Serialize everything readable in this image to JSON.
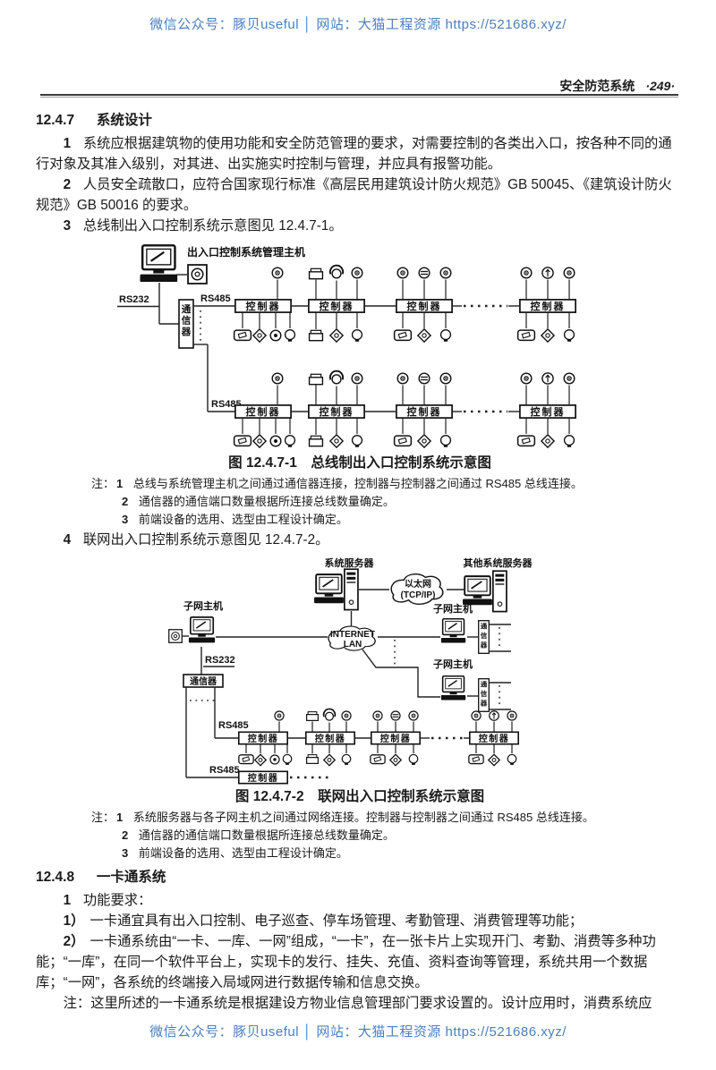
{
  "watermark": {
    "header": "微信公众号：豚贝useful │ 网站：大猫工程资源 https://521686.xyz/",
    "footer": "微信公众号：豚贝useful │ 网站：大猫工程资源 https://521686.xyz/"
  },
  "page_header": {
    "title": "安全防范系统",
    "page_number": "·249·"
  },
  "section_1247": {
    "number": "12.4.7",
    "title": "系统设计",
    "items": [
      {
        "num": "1",
        "text": "系统应根据建筑物的使用功能和安全防范管理的要求，对需要控制的各类出入口，按各种不同的通行对象及其准入级别，对其进、出实施实时控制与管理，并应具有报警功能。"
      },
      {
        "num": "2",
        "text": "人员安全疏散口，应符合国家现行标准《高层民用建筑设计防火规范》GB 50045、《建筑设计防火规范》GB 50016 的要求。"
      },
      {
        "num": "3",
        "text": "总线制出入口控制系统示意图见 12.4.7-1。"
      },
      {
        "num": "4",
        "text": "联网出入口控制系统示意图见 12.4.7-2。"
      }
    ]
  },
  "figure1": {
    "labels": {
      "host": "出入口控制系统管理主机",
      "rs232": "RS232",
      "rs485": "RS485",
      "communicator": "通信器",
      "controller": "控制器"
    },
    "caption": "图 12.4.7-1　总线制出入口控制系统示意图",
    "notes_prefix": "注：",
    "notes": [
      {
        "num": "1",
        "text": "总线与系统管理主机之间通过通信器连接，控制器与控制器之间通过 RS485 总线连接。"
      },
      {
        "num": "2",
        "text": "通信器的通信端口数量根据所连接总线数量确定。"
      },
      {
        "num": "3",
        "text": "前端设备的选用、选型由工程设计确定。"
      }
    ]
  },
  "figure2": {
    "labels": {
      "system_server": "系统服务器",
      "other_server": "其他系统服务器",
      "ethernet_line1": "以太网",
      "ethernet_line2": "(TCP/IP)",
      "internet_line1": "INTERNET",
      "internet_line2": "LAN",
      "subnet_host": "子网主机",
      "rs232": "RS232",
      "rs485": "RS485",
      "communicator": "通信器",
      "controller": "控制器"
    },
    "caption": "图 12.4.7-2　联网出入口控制系统示意图",
    "notes_prefix": "注：",
    "notes": [
      {
        "num": "1",
        "text": "系统服务器与各子网主机之间通过网络连接。控制器与控制器之间通过 RS485 总线连接。"
      },
      {
        "num": "2",
        "text": "通信器的通信端口数量根据所连接总线数量确定。"
      },
      {
        "num": "3",
        "text": "前端设备的选用、选型由工程设计确定。"
      }
    ]
  },
  "section_1248": {
    "number": "12.4.8",
    "title": "一卡通系统",
    "item1": {
      "num": "1",
      "text": "功能要求："
    },
    "subitems": [
      {
        "num": "1）",
        "text": "一卡通宜具有出入口控制、电子巡查、停车场管理、考勤管理、消费管理等功能；"
      },
      {
        "num": "2）",
        "text": "一卡通系统由“一卡、一库、一网”组成，“一卡”，在一张卡片上实现开门、考勤、消费等多种功能；“一库”，在同一个软件平台上，实现卡的发行、挂失、充值、资料查询等管理，系统共用一个数据库；“一网”，各系统的终端接入局域网进行数据传输和信息交换。"
      }
    ],
    "note": {
      "prefix": "注：",
      "text": "这里所述的一卡通系统是根据建设方物业信息管理部门要求设置的。设计应用时，消费系统应"
    }
  },
  "colors": {
    "watermark_blue": "#4a7fc1",
    "ink": "#1b1b1b"
  }
}
